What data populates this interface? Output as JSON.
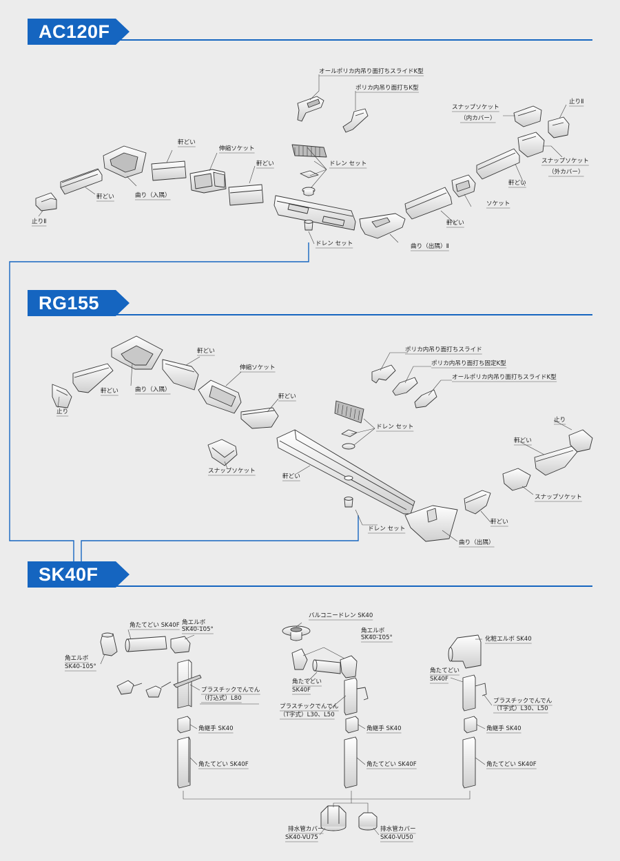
{
  "sections": [
    {
      "title": "AC120F"
    },
    {
      "title": "RG155"
    },
    {
      "title": "SK40F"
    }
  ],
  "colors": {
    "accent": "#1565c0",
    "background": "#ececec",
    "part_fill": "#f7f7f7",
    "part_stroke": "#333333"
  },
  "ac120f_labels": [
    "オールポリカ内吊り面打ちスライドK型",
    "ポリカ内吊り面打ちK型",
    "スナップソケット",
    "（内カバー）",
    "止りⅡ",
    "スナップソケット",
    "（外カバー）",
    "軒どい",
    "伸縮ソケット",
    "軒どい",
    "ドレン セット",
    "軒どい",
    "ソケット",
    "曲り（入隅）",
    "軒どい",
    "止りⅡ",
    "ドレン セット",
    "曲り（出隅）Ⅱ",
    "軒どい"
  ],
  "rg155_labels": [
    "ポリカ内吊り面打ちスライド",
    "ポリカ内吊り面打ち固定K型",
    "オールポリカ内吊り面打ちスライドK型",
    "軒どい",
    "伸縮ソケット",
    "軒どい",
    "曲り（入隅）",
    "止り",
    "ドレン セット",
    "軒どい",
    "止り",
    "スナップソケット",
    "軒どい",
    "スナップソケット",
    "軒どい",
    "ドレン セット",
    "曲り（出隅）",
    "軒どい"
  ],
  "sk40f_labels": [
    "角たてどい SK40F",
    "角エルボ",
    "SK40-105°",
    "角エルボ",
    "SK40-105°",
    "プラスチックでんでん",
    "（打込式）L80",
    "角継手 SK40",
    "角たてどい SK40F",
    "バルコニードレン SK40",
    "角エルボ",
    "SK40-105°",
    "角たてどい",
    "SK40F",
    "プラスチックでんでん",
    "（T字式）L30、L50",
    "角継手 SK40",
    "角たてどい SK40F",
    "化粧エルボ SK40",
    "角たてどい",
    "SK40F",
    "プラスチックでんでん",
    "（T字式）L30、L50",
    "角継手 SK40",
    "角たてどい SK40F",
    "排水管カバー",
    "SK40-VU75",
    "排水管カバー",
    "SK40-VU50"
  ]
}
